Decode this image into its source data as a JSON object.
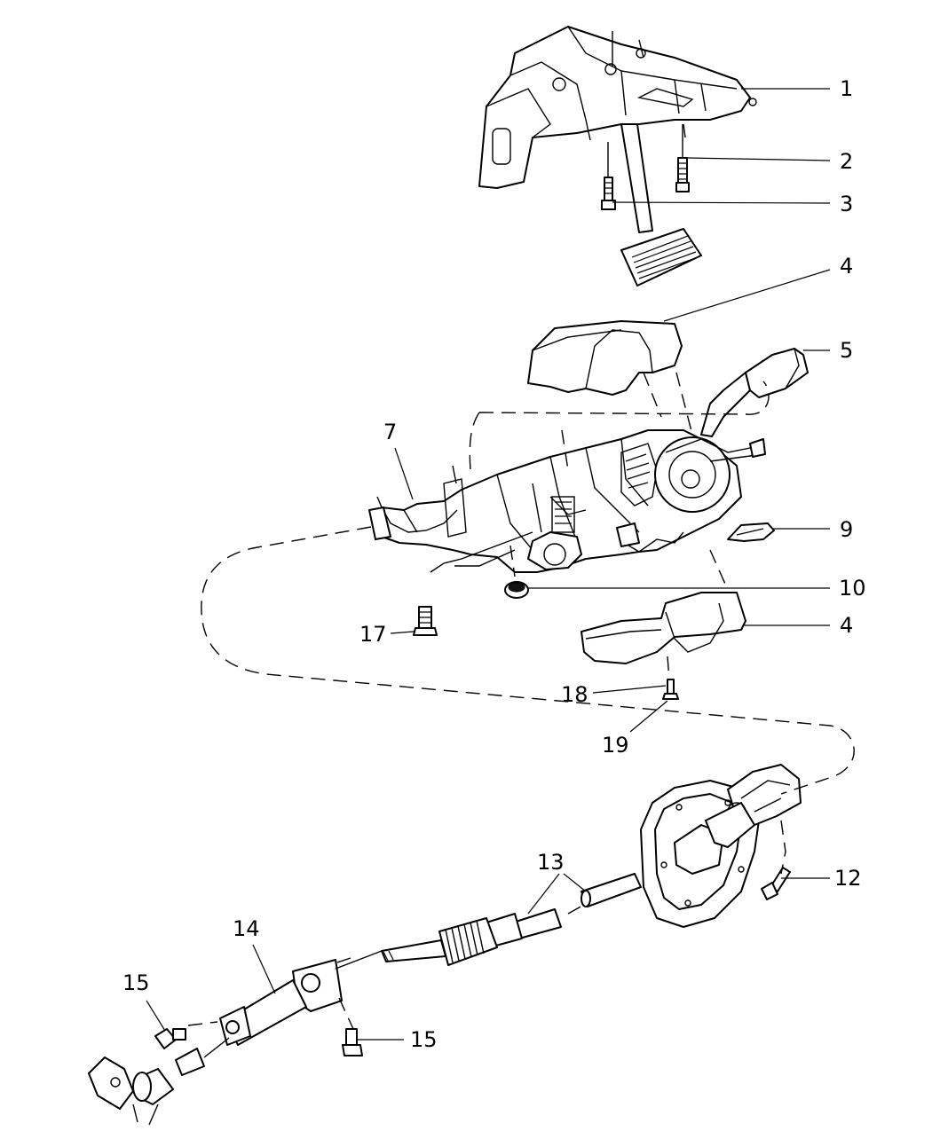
{
  "callouts": [
    {
      "id": "c1",
      "text": "1"
    },
    {
      "id": "c2",
      "text": "2"
    },
    {
      "id": "c3",
      "text": "3"
    },
    {
      "id": "c4a",
      "text": "4"
    },
    {
      "id": "c5",
      "text": "5"
    },
    {
      "id": "c7",
      "text": "7"
    },
    {
      "id": "c9",
      "text": "9"
    },
    {
      "id": "c10",
      "text": "10"
    },
    {
      "id": "c4b",
      "text": "4"
    },
    {
      "id": "c17",
      "text": "17"
    },
    {
      "id": "c18",
      "text": "18"
    },
    {
      "id": "c19",
      "text": "19"
    },
    {
      "id": "c13",
      "text": "13"
    },
    {
      "id": "c12",
      "text": "12"
    },
    {
      "id": "c14",
      "text": "14"
    },
    {
      "id": "c15a",
      "text": "15"
    },
    {
      "id": "c15b",
      "text": "15"
    }
  ]
}
